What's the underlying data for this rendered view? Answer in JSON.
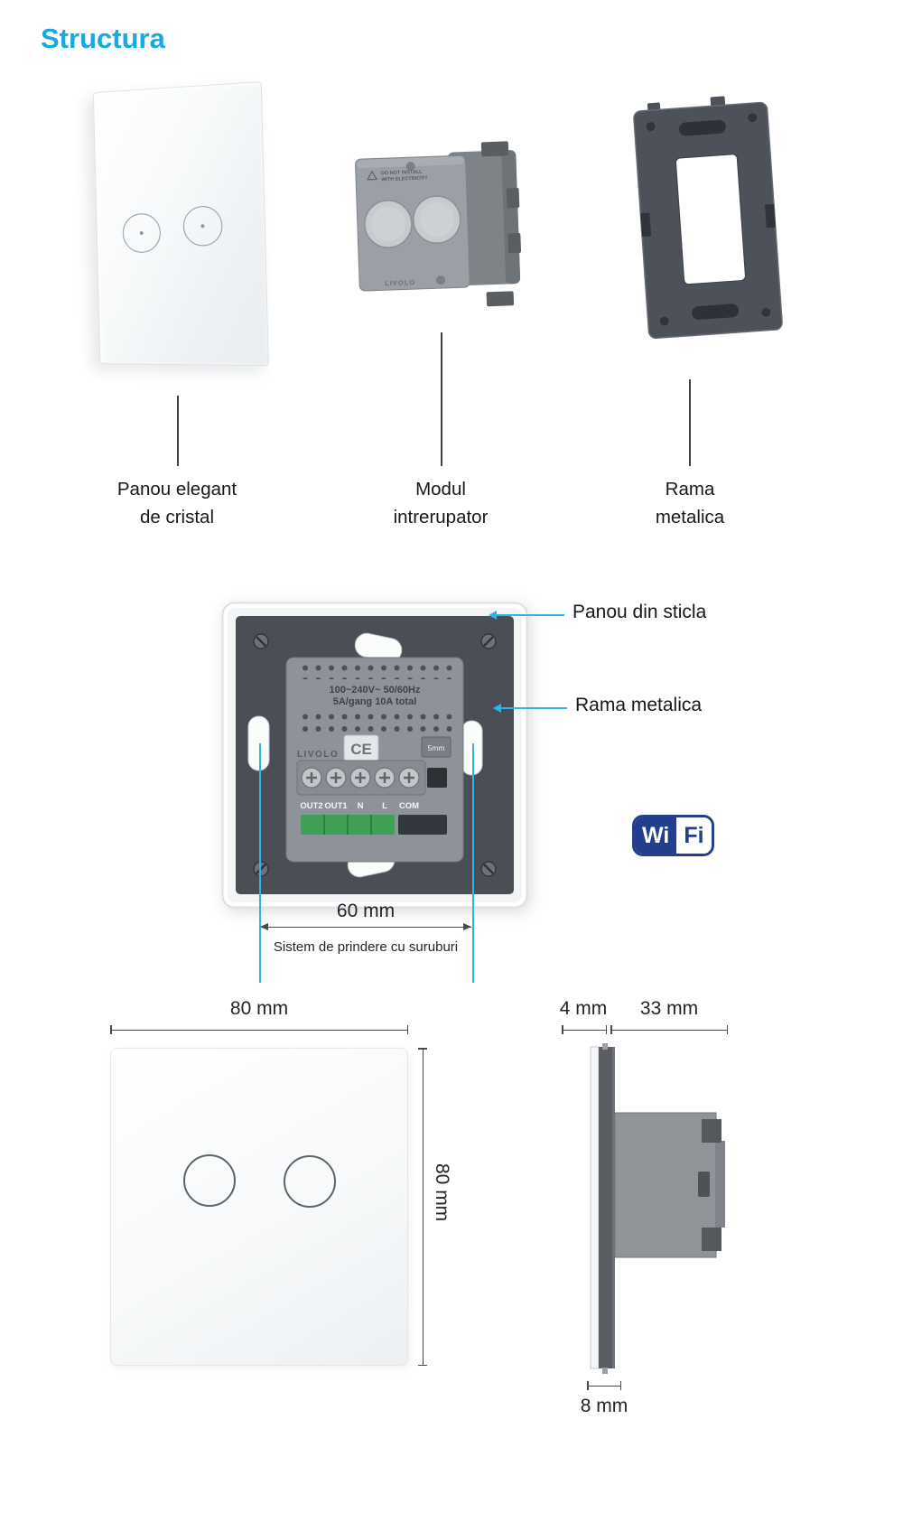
{
  "title": "Structura",
  "colors": {
    "accent_cyan": "#2fb3e8",
    "title_blue": "#18a9e2",
    "wifi_navy": "#233e8c",
    "frame_gray": "#4a4f56",
    "terminal_green": "#3f9f54"
  },
  "components": {
    "panel": {
      "label": [
        "Panou elegant",
        "de cristal"
      ]
    },
    "module": {
      "label": [
        "Modul",
        "intrerupator"
      ],
      "warning": [
        "DO NOT INSTALL",
        "WITH ELECTRICITY"
      ],
      "brand": "LIVOLO"
    },
    "frame": {
      "label": [
        "Rama",
        "metalica"
      ]
    }
  },
  "back_view": {
    "callout_glass": "Panou din sticla",
    "callout_frame": "Rama metalica",
    "ratings": [
      "100~240V~ 50/60Hz",
      "5A/gang 10A total"
    ],
    "brand": "LIVOLO",
    "ce": "CE",
    "strip_note": "5mm",
    "terminals": [
      "OUT2",
      "OUT1",
      "N",
      "L",
      "COM"
    ],
    "dim_width": "60 mm",
    "dim_note": "Sistem de prindere cu suruburi"
  },
  "wifi": {
    "wi": "Wi",
    "fi": "Fi"
  },
  "dims": {
    "front_width": "80 mm",
    "front_height": "80 mm",
    "glass_thickness": "4 mm",
    "module_depth": "33 mm",
    "bottom": "8 mm"
  }
}
